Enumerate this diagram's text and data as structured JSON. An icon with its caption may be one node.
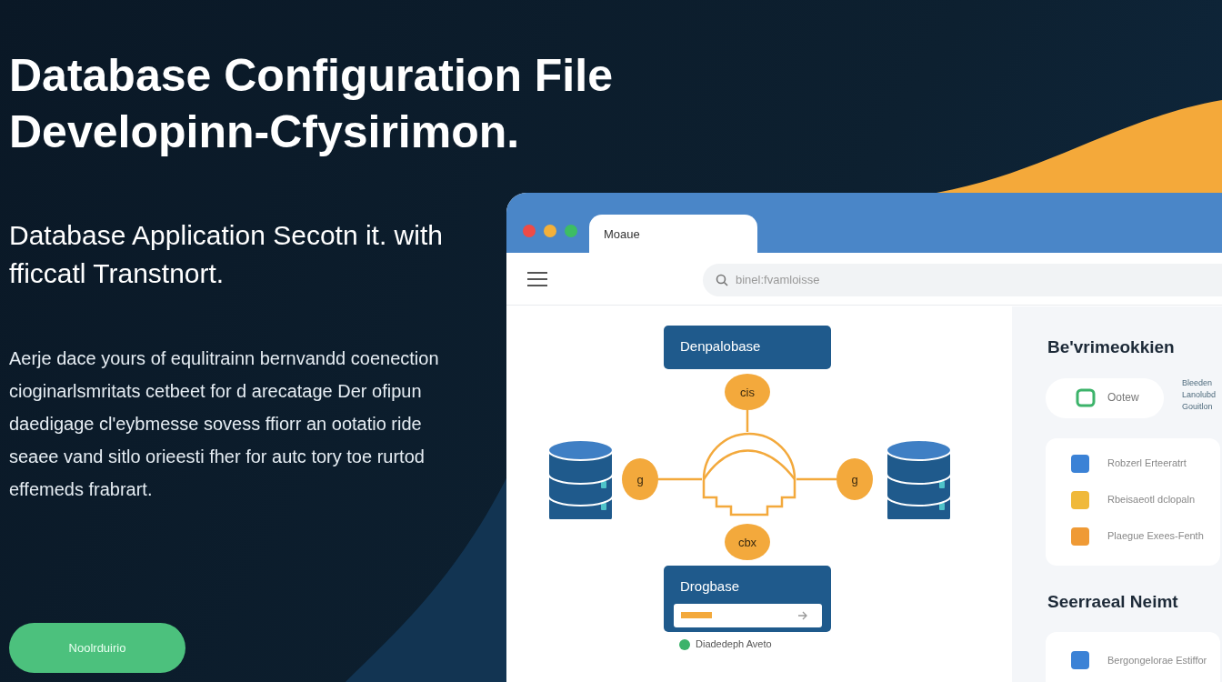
{
  "diagram": {
    "title": "Database Configuration File Developinn-Cfysirimon.",
    "nodes": [
      {
        "text": [
          "Denpalobase"
        ]
      },
      {
        "text": [
          "cis"
        ]
      },
      {
        "text": [],
        "shape": "cylinder"
      },
      {
        "text": [
          "g"
        ]
      },
      {
        "text": [],
        "shape": "dome"
      },
      {
        "text": [
          "g"
        ]
      },
      {
        "text": [],
        "shape": "cylinder"
      },
      {
        "text": [
          "cbx"
        ]
      },
      {
        "text": [
          "Drogbase"
        ],
        "beside": [
          "Diadedeph Aveto"
        ]
      }
    ],
    "edges": [
      {
        "from": 1,
        "to": 4,
        "arrow": "none"
      },
      {
        "from": 3,
        "to": 4,
        "arrow": "none"
      },
      {
        "from": 4,
        "to": 5,
        "arrow": "none"
      }
    ],
    "labels": [
      "Database Application Secotn it. with fficcatl Transtnort.",
      "Aerje dace yours of equlitrainn bernvandd coenection cioginarlsmritats cetbeet for d arecatage Der ofipun daedigage cl'eybmesse sovess ffiorr an ootatio ride seaee vand sitlo orieesti fher for autc tory toe rurtod effemeds frabrart.",
      "Noolrduirio",
      "Moaue",
      "binel:fvamloisse",
      "Be'vrimeokkien",
      "Ootew",
      "Bleeden Lanolubd Gouitlon",
      "Robzerl Erteeratrt",
      "Rbeisaeotl dclopaln",
      "Plaegue Exees-Fenth",
      "Seerraeal Neimt",
      "Bergongelorae Estiffor"
    ]
  }
}
